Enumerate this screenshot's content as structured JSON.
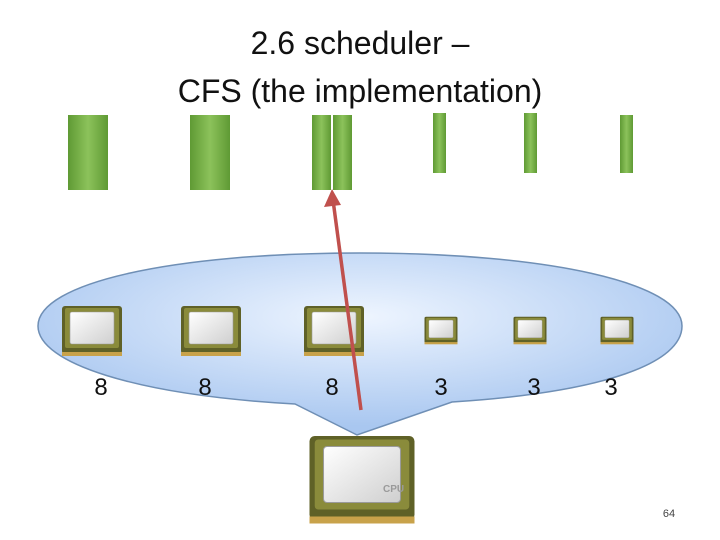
{
  "slide": {
    "title_line1": "2.6 scheduler –",
    "title_line2": "CFS (the implementation)",
    "page_number": "64"
  },
  "tasks": [
    {
      "weight_label": "8"
    },
    {
      "weight_label": "8"
    },
    {
      "weight_label": "8"
    },
    {
      "weight_label": "3"
    },
    {
      "weight_label": "3"
    },
    {
      "weight_label": "3"
    }
  ],
  "chip_label": "CPU",
  "colors": {
    "bar_green": "#79b04a",
    "bubble_fill": "#b7d2f7",
    "bubble_stroke": "#6f8fb5",
    "arrow_red": "#c0504d",
    "chip_olive": "#6f6f2a"
  },
  "icons": [
    "cpu-chip-icon"
  ]
}
